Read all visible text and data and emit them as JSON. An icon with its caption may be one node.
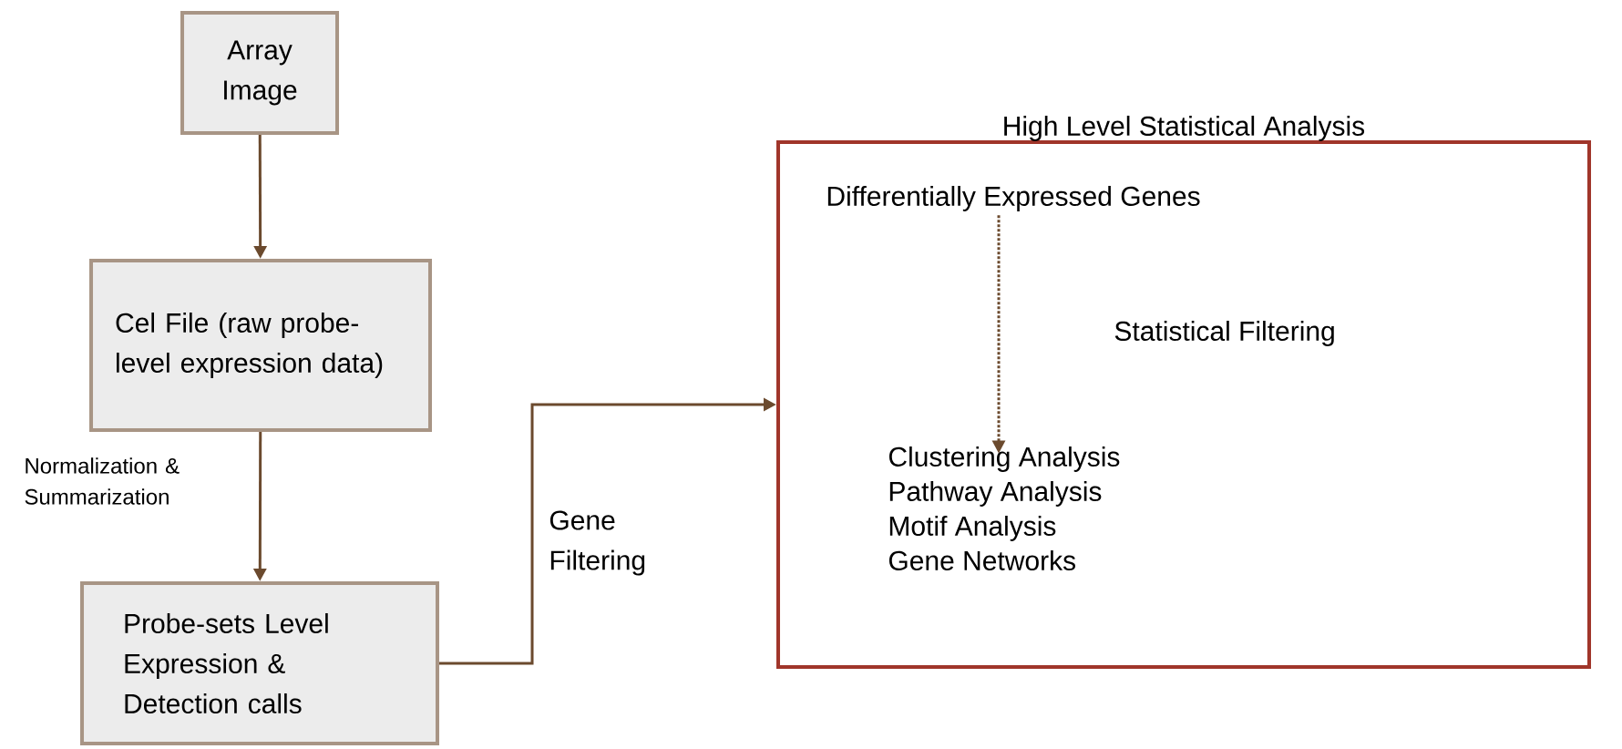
{
  "diagram": {
    "nodes": [
      {
        "text": [
          "Array Image"
        ]
      },
      {
        "text": [
          "Cel File (raw probe-level expression data)"
        ]
      },
      {
        "text": [
          "Probe-sets Level Expression & Detection calls"
        ]
      },
      {
        "text": [
          "High Level Statistical Analysis"
        ]
      },
      {
        "text": [
          "Differentially Expressed Genes"
        ],
        "in": 3
      },
      {
        "text": [
          "Clustering Analysis",
          "Pathway Analysis",
          "Motif Analysis",
          "Gene Networks"
        ],
        "in": 3
      }
    ],
    "edges": [
      {
        "from": 0,
        "to": 1,
        "arrow": "to"
      },
      {
        "from": 1,
        "to": 2,
        "arrow": "to",
        "label": "Normalization & Summarization"
      },
      {
        "from": 2,
        "to": 3,
        "arrow": "to",
        "label": "Gene Filtering"
      },
      {
        "from": 4,
        "to": 5,
        "arrow": "to",
        "style": "dashed",
        "label": "Statistical Filtering"
      }
    ]
  }
}
